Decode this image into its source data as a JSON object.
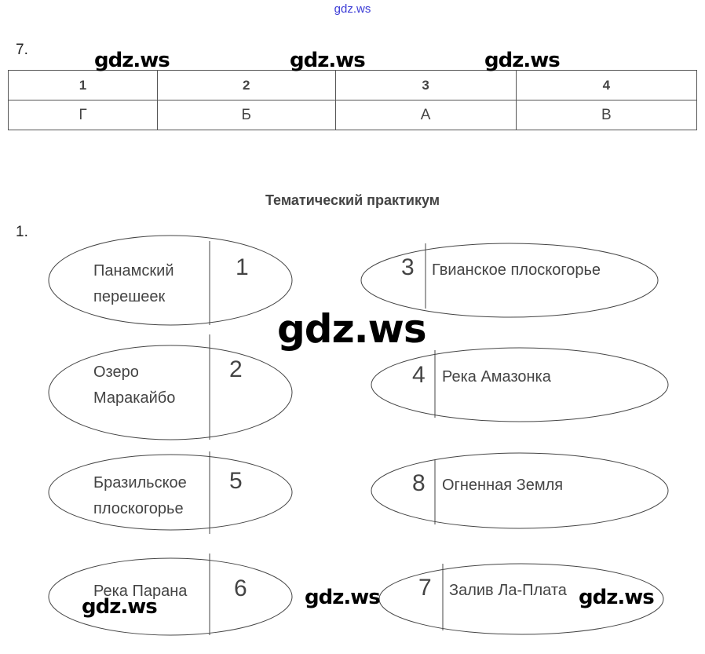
{
  "header": {
    "site": "gdz.ws"
  },
  "task7": {
    "number": "7.",
    "headers": [
      "1",
      "2",
      "3",
      "4"
    ],
    "answers": [
      "Г",
      "Б",
      "А",
      "В"
    ]
  },
  "section_title": "Тематический практикум",
  "task1": {
    "number": "1.",
    "left": [
      {
        "label_lines": [
          "Панамский",
          "перешеек"
        ],
        "number": "1"
      },
      {
        "label_lines": [
          "Озеро",
          "Маракайбо"
        ],
        "number": "2"
      },
      {
        "label_lines": [
          "Бразильское",
          "плоскогорье"
        ],
        "number": "5"
      },
      {
        "label_lines": [
          "Река Парана"
        ],
        "number": "6"
      }
    ],
    "right": [
      {
        "number": "3",
        "label": "Гвианское плоскогорье"
      },
      {
        "number": "4",
        "label": "Река Амазонка"
      },
      {
        "number": "8",
        "label": "Огненная Земля"
      },
      {
        "number": "7",
        "label": "Залив Ла-Плата"
      }
    ]
  },
  "watermark": "gdz.ws"
}
